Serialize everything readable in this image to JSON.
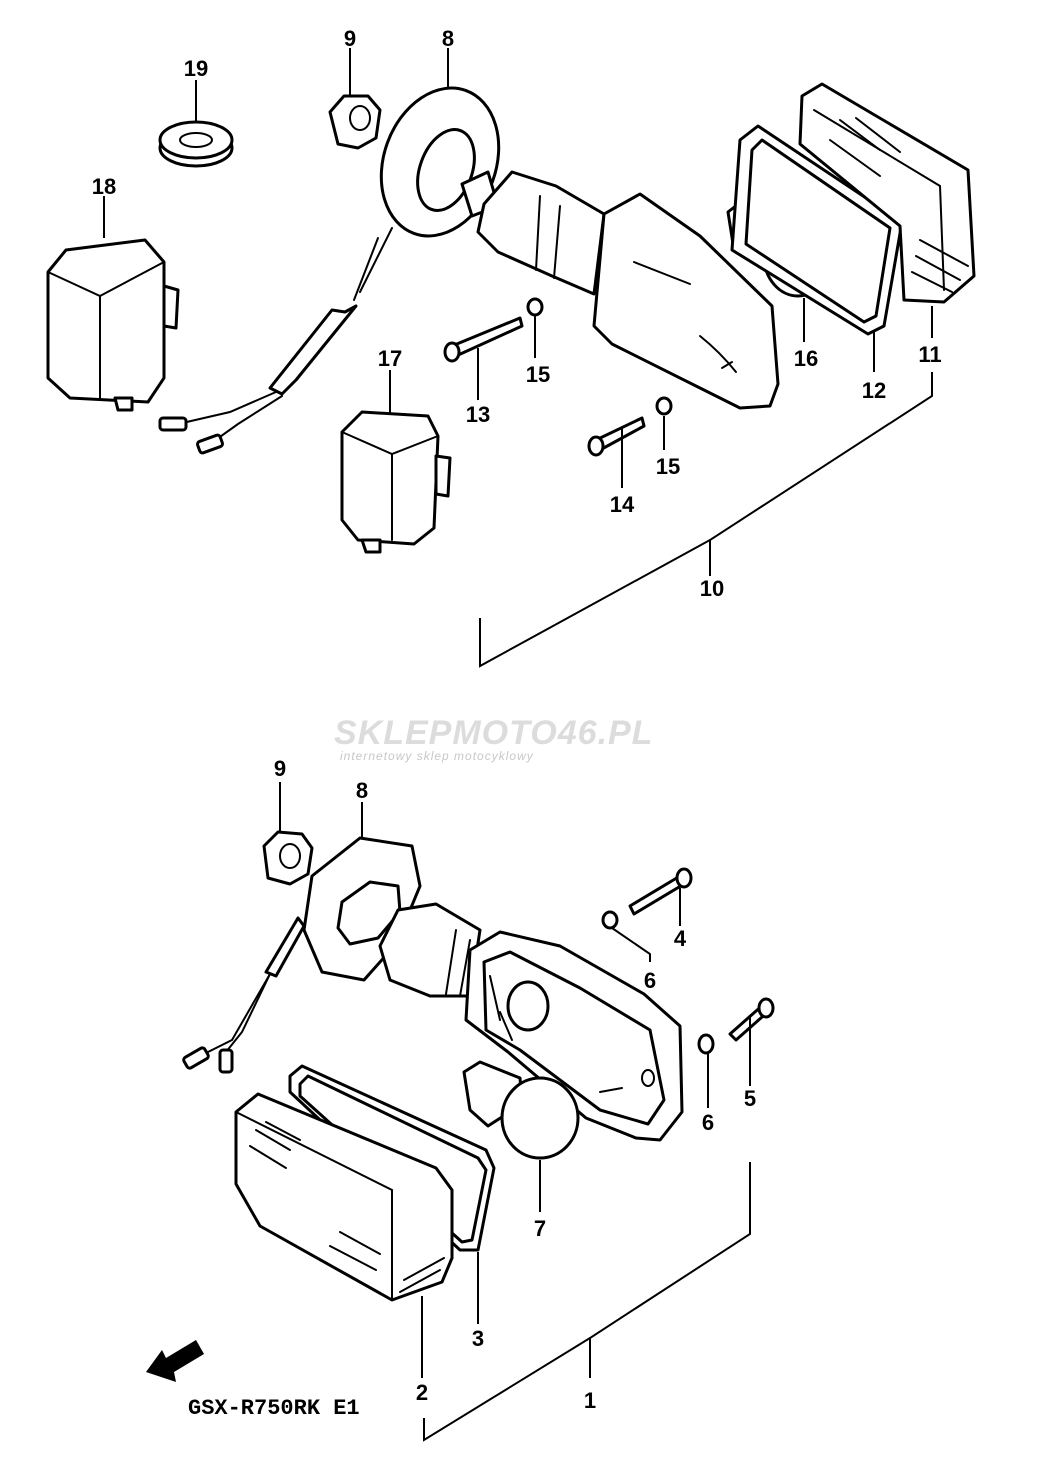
{
  "watermark": {
    "brand_prefix": "SKLEPMOTO",
    "brand_number": "46",
    "brand_suffix": ".PL",
    "tagline": "internetowy sklep motocyklowy"
  },
  "model_code": "GSX-R750RK E1",
  "callouts": {
    "top": [
      "19",
      "9",
      "8",
      "18",
      "17",
      "13",
      "15",
      "15",
      "14",
      "16",
      "12",
      "11",
      "10"
    ],
    "bottom": [
      "9",
      "8",
      "4",
      "6",
      "5",
      "6",
      "7",
      "3",
      "2",
      "1"
    ]
  },
  "colors": {
    "line": "#000000",
    "background": "#ffffff",
    "watermark": "#dcdcdc"
  }
}
